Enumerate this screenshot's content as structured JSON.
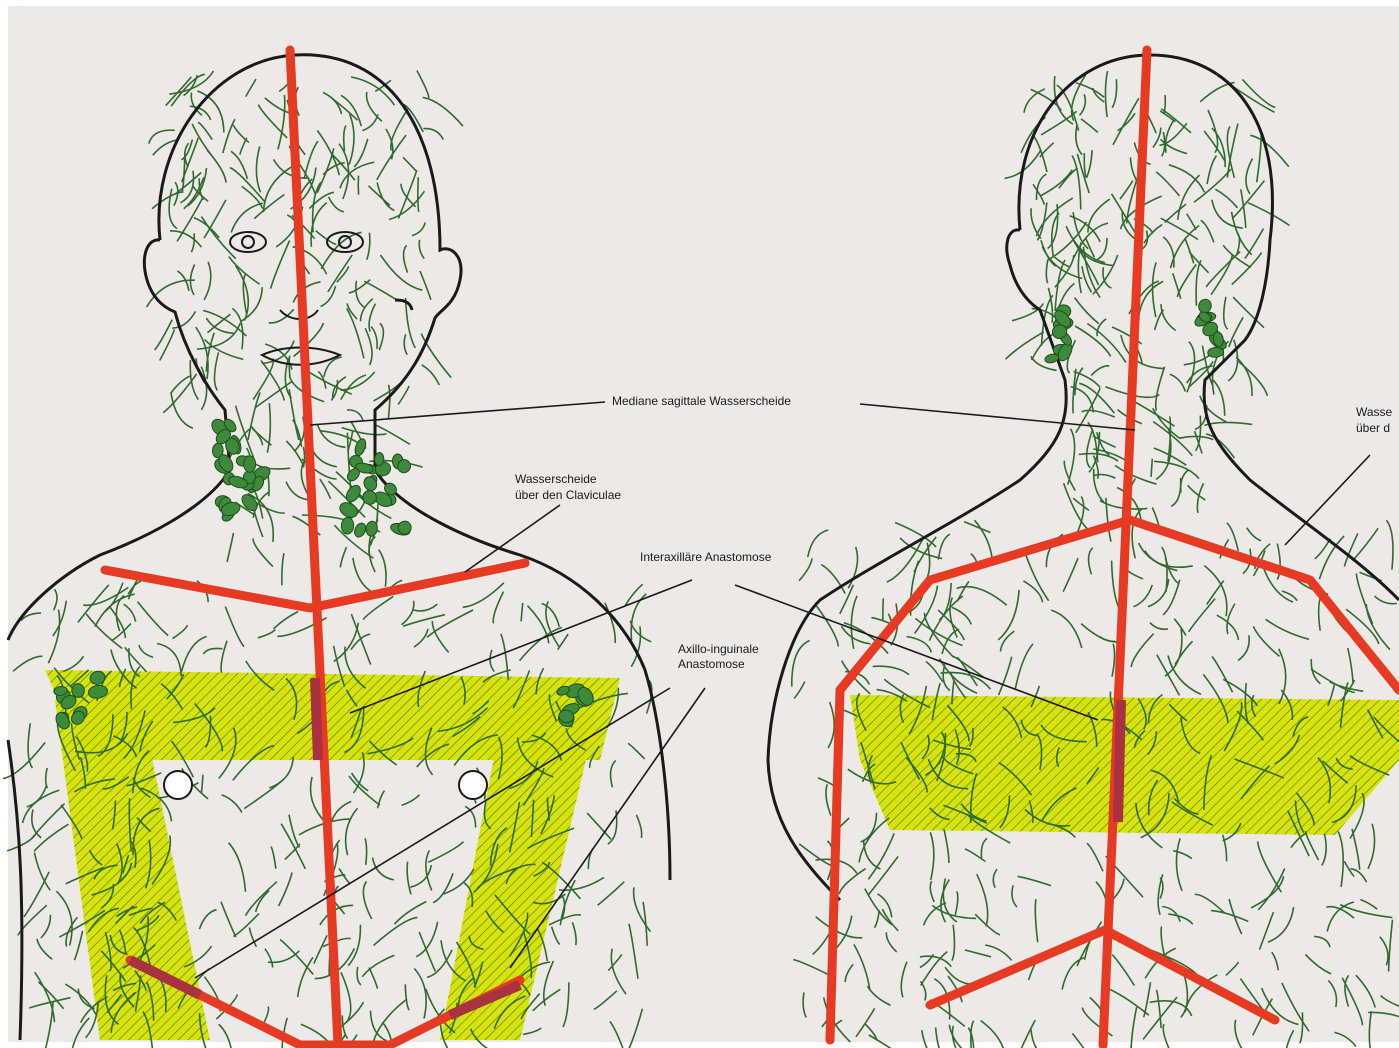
{
  "labels": {
    "median": "Mediane  sagittale Wasserscheide",
    "clavicle_line1": "Wasserscheide",
    "clavicle_line2": "über den Claviculae",
    "interaxillary": "Interaxilläre Anastomose",
    "axillo_line1": "Axillo-inguinale",
    "axillo_line2": "Anastomose",
    "cut_line1": "Wasse",
    "cut_line2": "über d"
  },
  "colors": {
    "paper": "#ece9e7",
    "outline": "#1a1a1a",
    "lymph_vessels": "#2f6b2c",
    "lymph_nodes": "#3c8a3a",
    "watershed": "#e63a22",
    "anastomosis_zone": "#d6e300",
    "overlap": "#a8323f"
  }
}
